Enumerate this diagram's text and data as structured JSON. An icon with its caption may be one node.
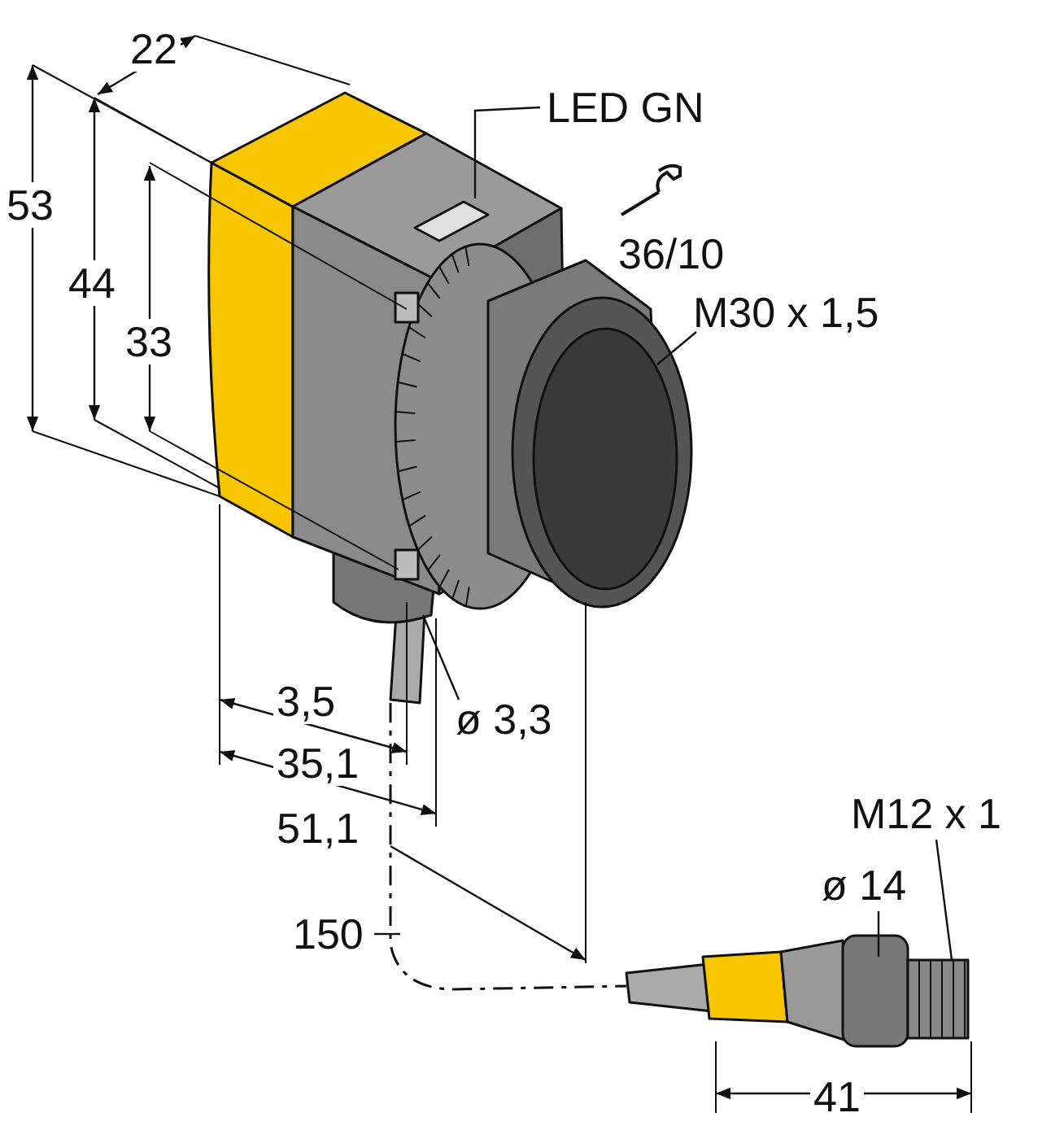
{
  "diagram": {
    "nodes": [
      {
        "text": [
          "LED GN"
        ]
      },
      {
        "text": [
          "M30 x 1,5"
        ]
      },
      {
        "text": [
          "ø 3,3"
        ]
      },
      {
        "text": [
          "M12 x 1"
        ]
      },
      {
        "text": [
          "ø 14"
        ]
      }
    ],
    "edges": [
      {
        "from": 0,
        "to": null,
        "arrow": "none"
      },
      {
        "from": 1,
        "to": null,
        "arrow": "none"
      },
      {
        "from": 2,
        "to": null,
        "arrow": "none"
      },
      {
        "from": 3,
        "to": null,
        "arrow": "none"
      },
      {
        "from": 4,
        "to": null,
        "arrow": "none"
      }
    ],
    "labels": [
      "22",
      "53",
      "44",
      "33",
      "36/10",
      "3,5",
      "35,1",
      "51,1",
      "150",
      "41"
    ]
  }
}
